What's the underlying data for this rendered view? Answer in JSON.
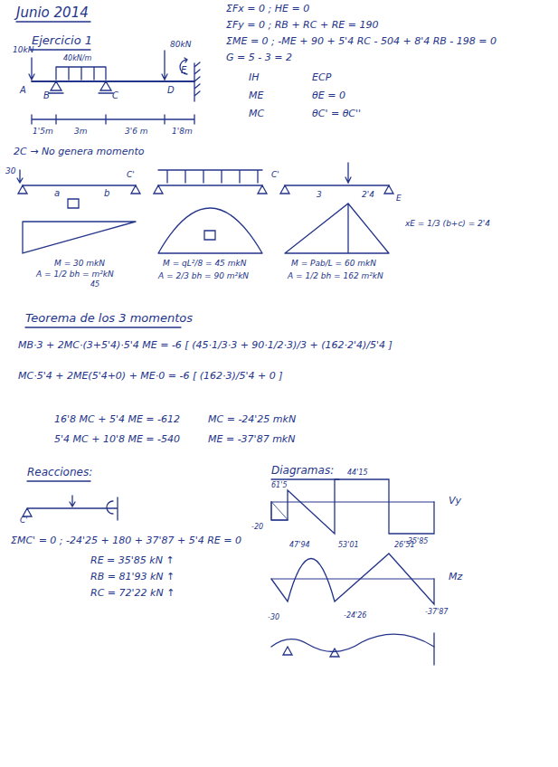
{
  "diagram": {
    "title": "Junio 2014",
    "labels": [
      "Ejercicio 1",
      "10kN",
      "40kN/m",
      "80kN",
      "A",
      "B",
      "C",
      "D",
      "E",
      "1'5m",
      "3m",
      "3'6 m",
      "1'8m",
      "ΣFx = 0 ; HE = 0",
      "ΣFy = 0 ; RB + RC + RE = 190",
      "ΣME = 0 ; -ME + 90 + 5'4 RC - 504 + 8'4 RB - 198 = 0",
      "G = 5 - 3 = 2",
      "IH",
      "ECP",
      "ME",
      "θE = 0",
      "MC",
      "θC' = θC''",
      "2C → No genera momento",
      "30",
      "a",
      "b",
      "C'",
      "M = 30 mkN",
      "A = 1/2 bh = m²kN",
      "45",
      "M = qL²/8 = 45 mkN",
      "A = 2/3 bh = 90 m²kN",
      "C'",
      "3",
      "2'4",
      "E",
      "M = Pab/L = 60 mkN",
      "A = 1/2 bh = 162 m²kN",
      "xE = 1/3 (b+c) = 2'4",
      "Teorema de los 3 momentos",
      "MB·3 + 2MC·(3+5'4)·5'4 ME = -6 [ (45·1/3·3 + 90·1/2·3)/3 + (162·2'4)/5'4 ]",
      "MC·5'4 + 2ME(5'4+0) + ME·0 = -6 [ (162·3)/5'4 + 0 ]",
      "16'8 MC + 5'4 ME = -612",
      "5'4 MC + 10'8 ME = -540",
      "MC = -24'25 mkN",
      "ME = -37'87 mkN",
      "Reacciones:",
      "C'",
      "ΣMC' = 0 ; -24'25 + 180 + 37'87 + 5'4 RE = 0",
      "RE = 35'85 kN ↑",
      "RB = 81'93 kN ↑",
      "RC = 72'22 kN ↑",
      "Diagramas:",
      "61'5",
      "44'15",
      "-20",
      "-35'85",
      "Vy",
      "47'94",
      "53'01",
      "26'51",
      "-30",
      "-24'26",
      "-37'87",
      "Mz"
    ]
  }
}
